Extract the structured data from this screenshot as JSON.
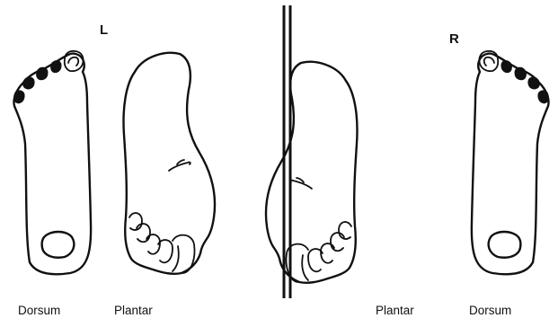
{
  "left_foot": {
    "side_label": "L",
    "dorsum_label": "Dorsum",
    "plantar_label": "Plantar"
  },
  "right_foot": {
    "side_label": "R",
    "plantar_label": "Plantar",
    "dorsum_label": "Dorsum"
  },
  "colors": {
    "ink": "#111111",
    "background": "#ffffff"
  }
}
